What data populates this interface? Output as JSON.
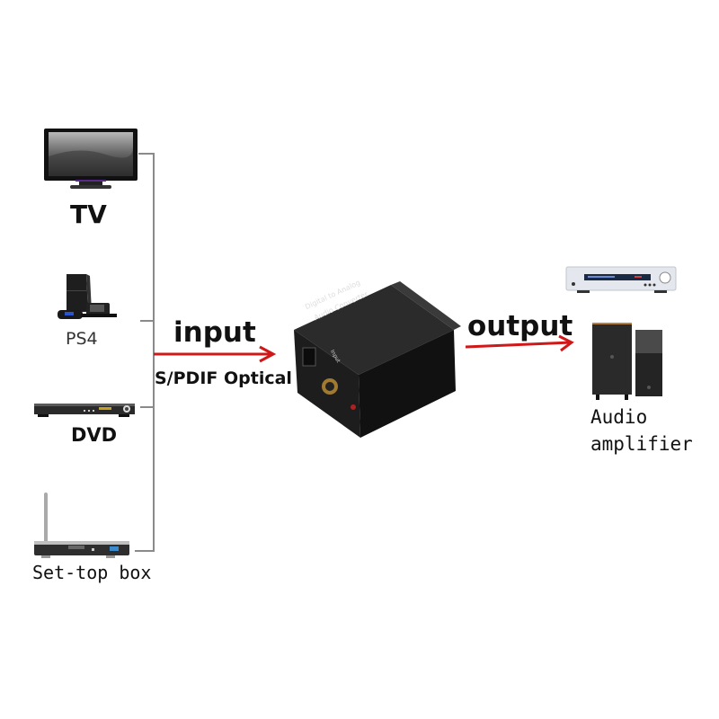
{
  "diagram": {
    "title": "Digital to Analog Audio Converter connection diagram",
    "sources": [
      {
        "id": "tv",
        "label": "TV",
        "icon": "tv-icon"
      },
      {
        "id": "ps4",
        "label": "PS4",
        "icon": "game-console-icon"
      },
      {
        "id": "dvd",
        "label": "DVD",
        "icon": "dvd-player-icon"
      },
      {
        "id": "settop",
        "label": "Set-top box",
        "icon": "set-top-box-icon"
      }
    ],
    "input": {
      "label": "input",
      "sublabel": "S/PDIF Optical",
      "arrow_color": "#d01818"
    },
    "converter": {
      "line1": "Digital to Analog",
      "line2": "Audio Converter",
      "port_label": "Input",
      "icon": "converter-box-icon"
    },
    "output": {
      "label": "output",
      "arrow_color": "#d01818"
    },
    "destination": {
      "line1": "Audio",
      "line2": "amplifier",
      "icons": [
        "av-receiver-icon",
        "speakers-icon"
      ]
    },
    "colors": {
      "bracket": "#8a8a8a",
      "arrow": "#d01818",
      "device_dark": "#1c1c1c"
    }
  }
}
